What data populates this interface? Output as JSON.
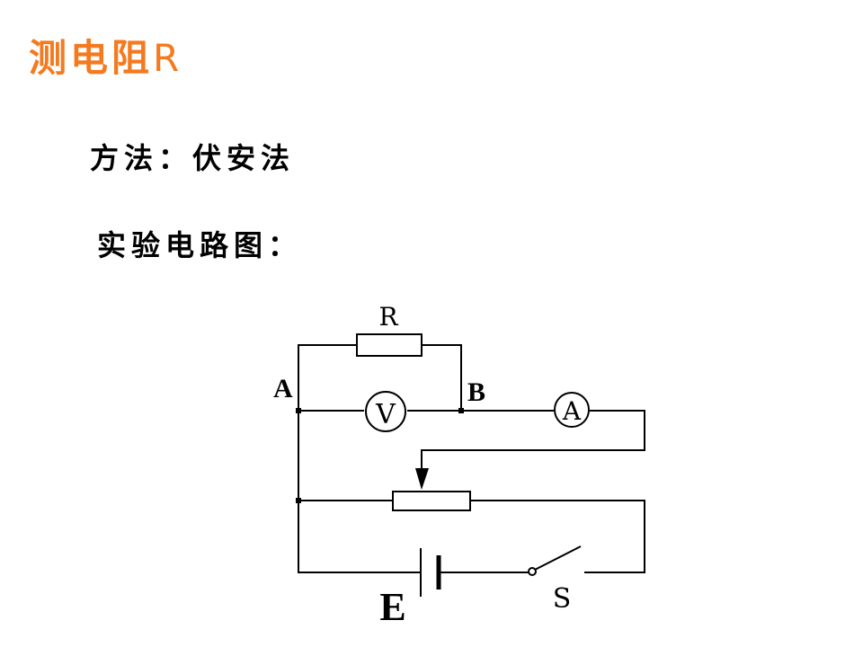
{
  "title": {
    "text": "测电阻",
    "letter": "R",
    "color": "#f47a1f"
  },
  "method": {
    "text": "方法：伏安法"
  },
  "circuit_heading": {
    "text": "实验电路图："
  },
  "circuit": {
    "resistor_label": "R",
    "node_a_label": "A",
    "node_b_label": "B",
    "voltmeter_symbol": "V",
    "ammeter_symbol": "A",
    "battery_label": "E",
    "switch_label": "S"
  }
}
